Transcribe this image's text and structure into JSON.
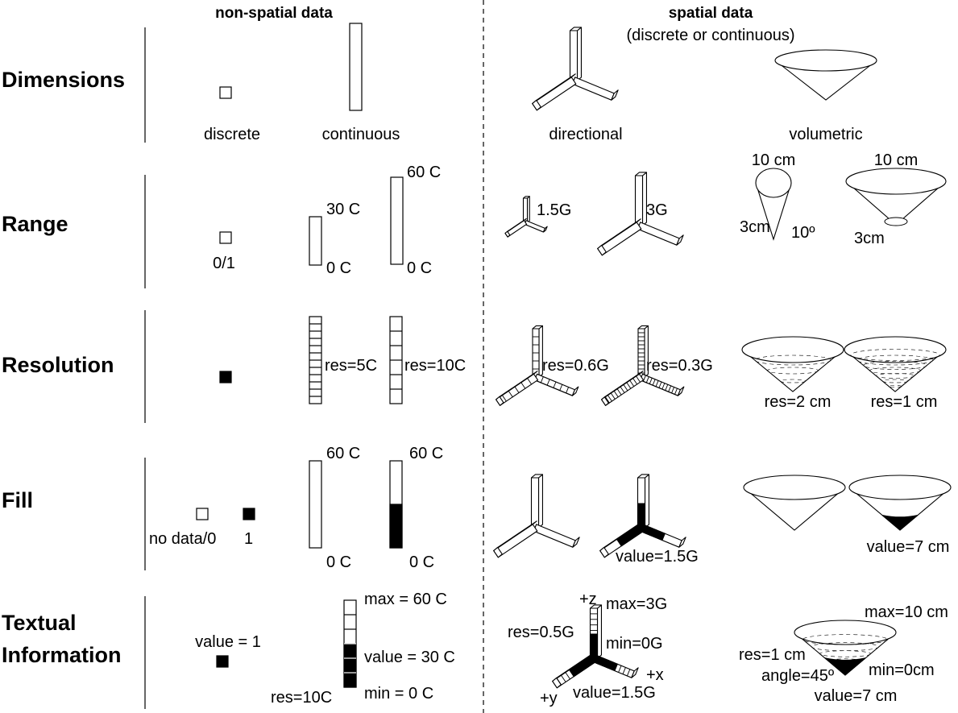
{
  "headers": {
    "non_spatial": "non-spatial data",
    "spatial": "spatial data",
    "spatial_sub": "(discrete or continuous)"
  },
  "rows": {
    "dimensions": "Dimensions",
    "range": "Range",
    "resolution": "Resolution",
    "fill": "Fill",
    "textual_1": "Textual",
    "textual_2": "Information"
  },
  "dimensions": {
    "discrete": "discrete",
    "continuous": "continuous",
    "directional": "directional",
    "volumetric": "volumetric"
  },
  "range": {
    "binary": "0/1",
    "bar1_max": "30 C",
    "bar1_min": "0 C",
    "bar2_max": "60 C",
    "bar2_min": "0 C",
    "axes1": "1.5G",
    "axes2": "3G",
    "cone1_top": "10 cm",
    "cone1_side": "3cm",
    "cone1_angle": "10º",
    "cone2_top": "10 cm",
    "cone2_side": "3cm"
  },
  "resolution": {
    "bar1": "res=5C",
    "bar2": "res=10C",
    "axes1": "res=0.6G",
    "axes2": "res=0.3G",
    "cone1": "res=2 cm",
    "cone2": "res=1 cm"
  },
  "fill": {
    "empty": "no data/0",
    "full": "1",
    "bar1_max": "60 C",
    "bar1_min": "0 C",
    "bar2_max": "60 C",
    "bar2_min": "0 C",
    "bar2_fill": 0.5,
    "axes_value": "value=1.5G",
    "cone_value": "value=7 cm"
  },
  "textual": {
    "value": "value = 1",
    "bar_max": "max = 60 C",
    "bar_value": "value = 30 C",
    "bar_min": "min = 0 C",
    "bar_res": "res=10C",
    "axes_z": "+z",
    "axes_max": "max=3G",
    "axes_res": "res=0.5G",
    "axes_min": "min=0G",
    "axes_x": "+x",
    "axes_y": "+y",
    "axes_value": "value=1.5G",
    "cone_max": "max=10 cm",
    "cone_res": "res=1 cm",
    "cone_angle": "angle=45º",
    "cone_min": "min=0cm",
    "cone_value": "value=7 cm"
  },
  "colors": {
    "ink": "#000000",
    "fill": "#000000",
    "background": "#ffffff"
  }
}
